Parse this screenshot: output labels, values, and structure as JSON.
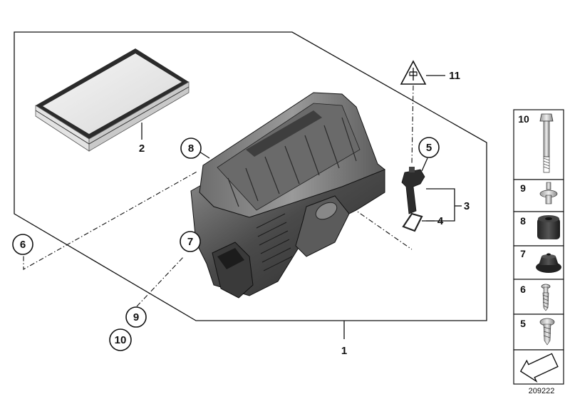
{
  "diagram": {
    "image_number": "209222",
    "callouts": {
      "c1": "1",
      "c2": "2",
      "c3": "3",
      "c4": "4",
      "c5": "5",
      "c6": "6",
      "c7": "7",
      "c8": "8",
      "c9": "9",
      "c10": "10",
      "c11": "11"
    },
    "side_panel": {
      "items": [
        "10",
        "9",
        "8",
        "7",
        "6",
        "5"
      ]
    },
    "icons": {
      "warning": "electrical-warning-icon",
      "nav": "arrow-icon"
    }
  }
}
